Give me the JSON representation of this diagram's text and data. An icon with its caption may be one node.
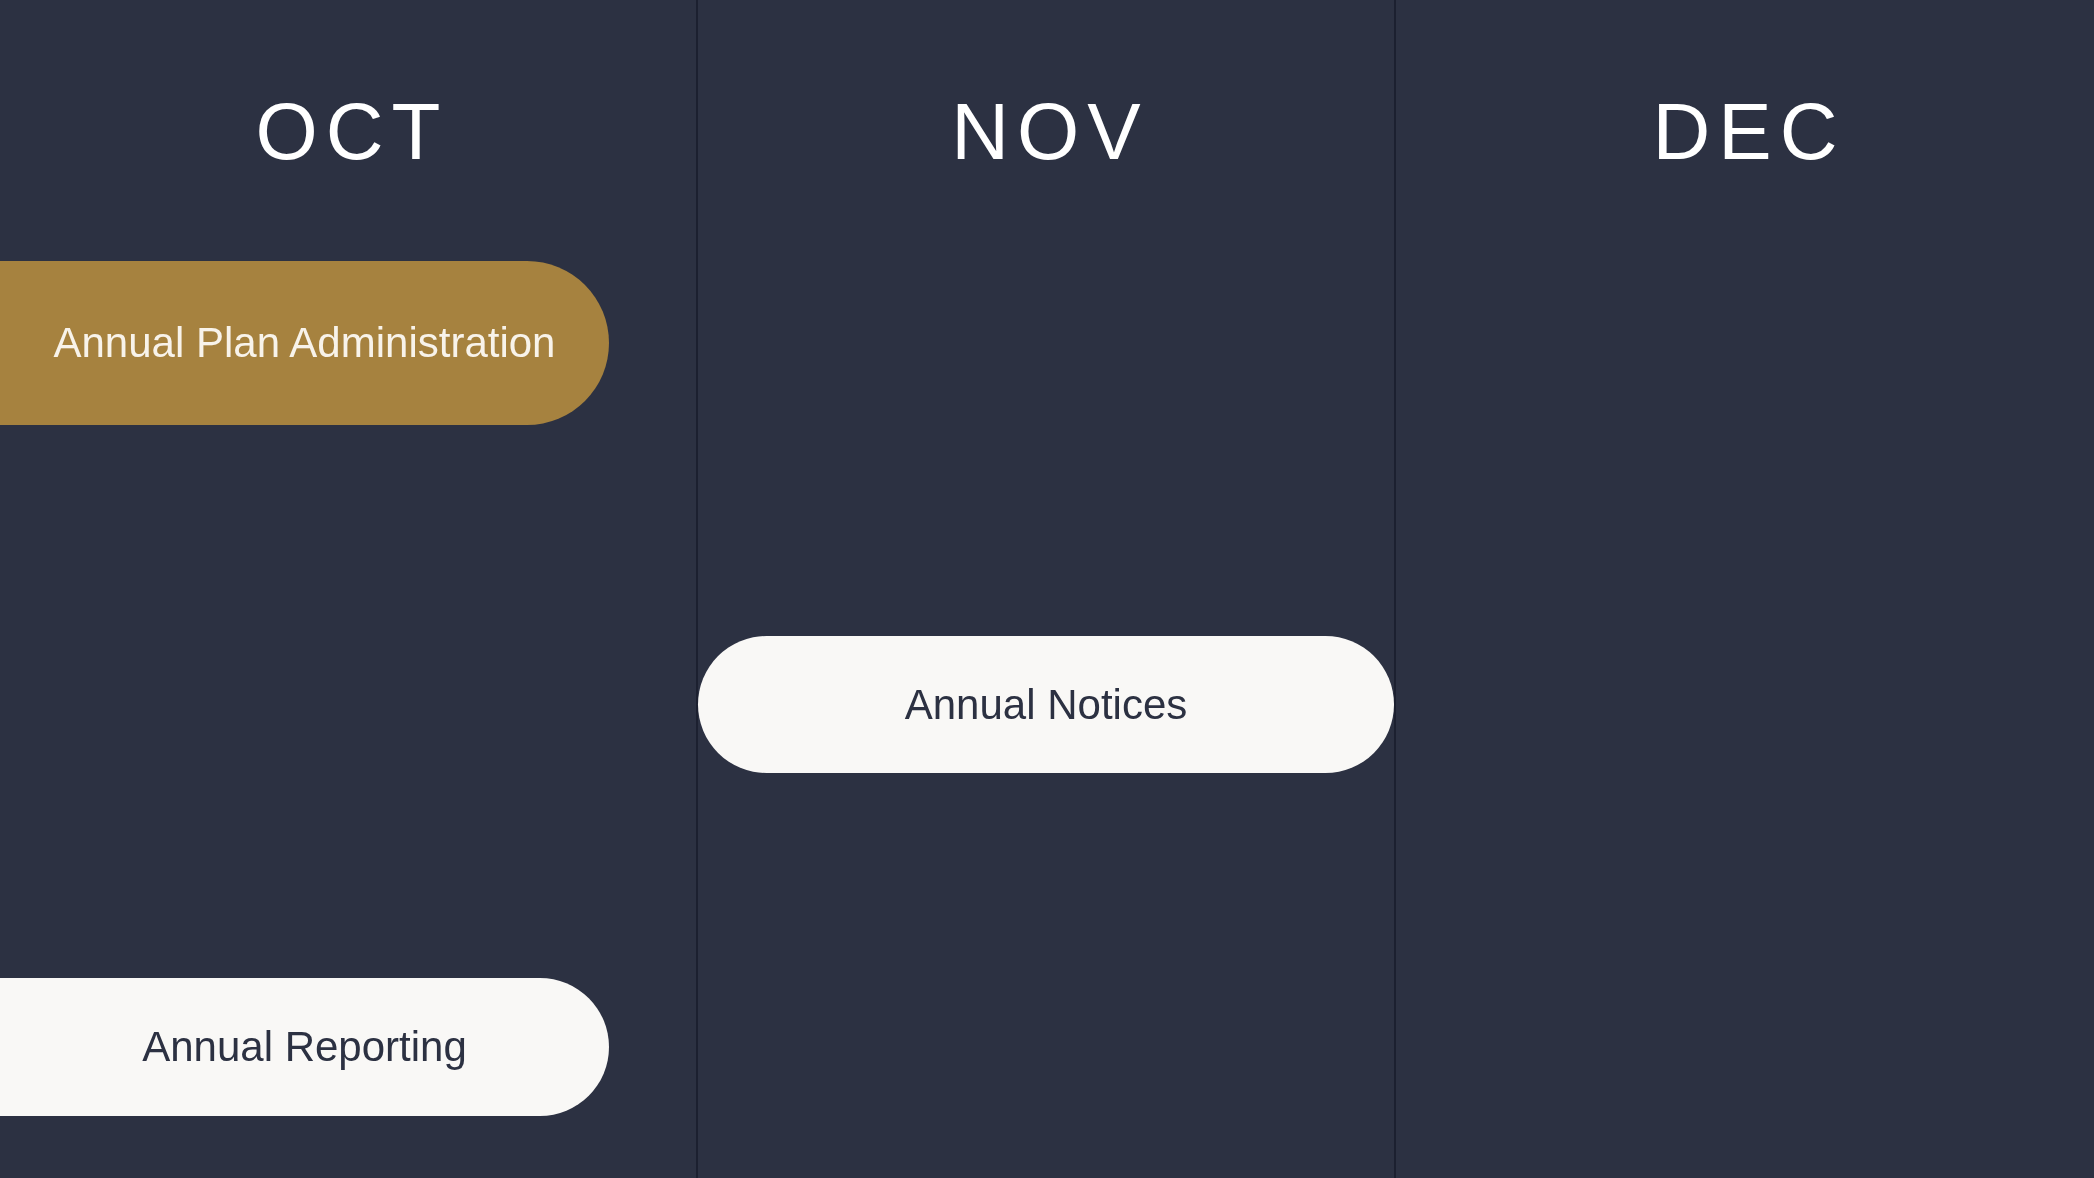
{
  "diagram": {
    "nodes": [
      {
        "text": [
          "OCT"
        ]
      },
      {
        "text": [
          "Annual Plan Administration"
        ],
        "in": 0
      },
      {
        "text": [
          "Annual Reporting"
        ],
        "in": 0
      },
      {
        "text": [
          "NOV"
        ]
      },
      {
        "text": [
          "Annual Notices"
        ],
        "in": 3
      },
      {
        "text": [
          "DEC"
        ]
      }
    ]
  }
}
